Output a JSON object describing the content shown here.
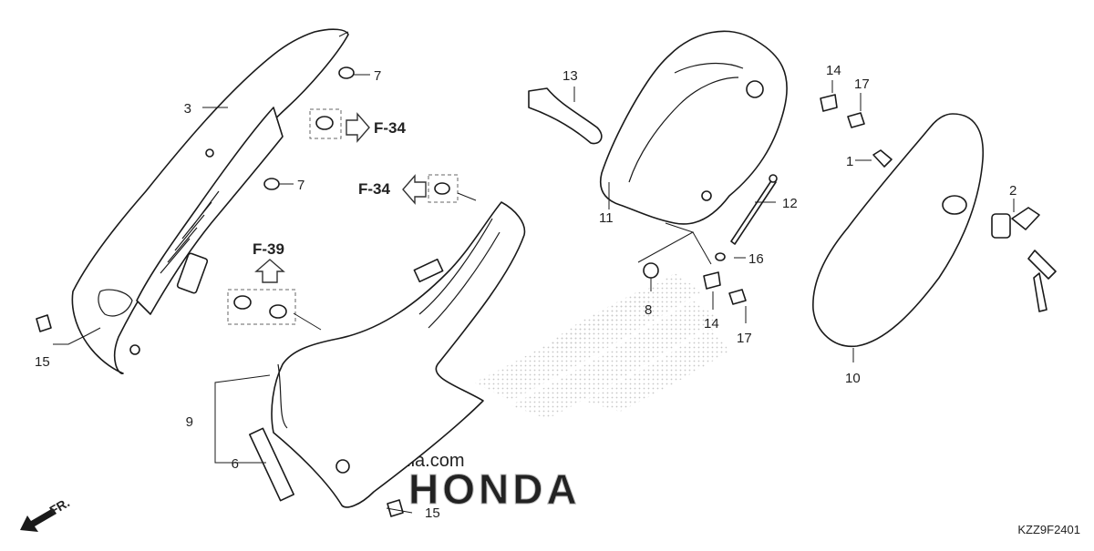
{
  "diagram": {
    "code": "KZZ9F2401",
    "front_label": "FR.",
    "watermark_site": "Partzilla.com",
    "watermark_brand": "HONDA",
    "refs": {
      "f34_right": "F-34",
      "f34_left": "F-34",
      "f39": "F-39"
    },
    "callouts": {
      "c1": "1",
      "c2": "2",
      "c3": "3",
      "c6": "6",
      "c7a": "7",
      "c7b": "7",
      "c8": "8",
      "c9": "9",
      "c10": "10",
      "c11": "11",
      "c12": "12",
      "c13": "13",
      "c14a": "14",
      "c14b": "14",
      "c15a": "15",
      "c15b": "15",
      "c16": "16",
      "c17a": "17",
      "c17b": "17"
    }
  }
}
